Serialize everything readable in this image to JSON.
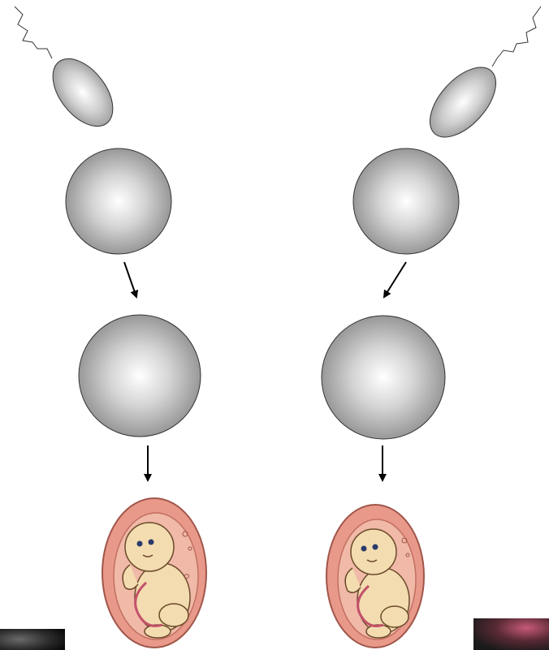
{
  "diagram": {
    "description_tags": {
      "left_column": [
        "sperm-cell",
        "egg-cell",
        "zygote",
        "embryo"
      ],
      "right_column": [
        "sperm-cell",
        "egg-cell",
        "zygote",
        "embryo"
      ]
    },
    "colors": {
      "sphere_highlight": "#ffffff",
      "sphere_mid": "#c8c8c8",
      "sphere_edge": "#8a8a8a",
      "outline": "#333333",
      "arrow": "#000000",
      "womb_outer": "#e8998a",
      "womb_inner": "#f0b9a8",
      "baby_skin": "#f3dcb0",
      "baby_outline": "#6b4a2a",
      "photo_dark": "#1a1a1a",
      "photo_pink": "#c75a78"
    }
  }
}
